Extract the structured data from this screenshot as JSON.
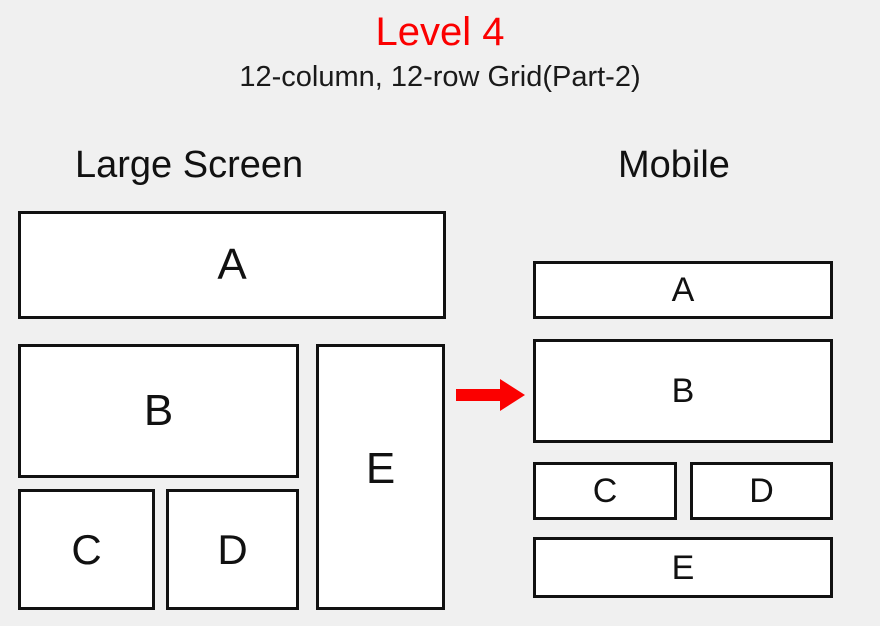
{
  "header": {
    "title": "Level 4",
    "subtitle": "12-column, 12-row Grid(Part-2)",
    "title_color": "#fb0000",
    "subtitle_color": "#1a1a1a"
  },
  "page": {
    "background_color": "#f0f0f0",
    "box_border_color": "#111111",
    "box_fill_color": "#ffffff",
    "arrow_color": "#fb0000"
  },
  "sections": {
    "large_screen": {
      "heading": "Large Screen",
      "cells": [
        {
          "label": "A",
          "name": "cell-a"
        },
        {
          "label": "B",
          "name": "cell-b"
        },
        {
          "label": "C",
          "name": "cell-c"
        },
        {
          "label": "D",
          "name": "cell-d"
        },
        {
          "label": "E",
          "name": "cell-e"
        }
      ]
    },
    "mobile": {
      "heading": "Mobile",
      "cells": [
        {
          "label": "A",
          "name": "cell-a"
        },
        {
          "label": "B",
          "name": "cell-b"
        },
        {
          "label": "C",
          "name": "cell-c"
        },
        {
          "label": "D",
          "name": "cell-d"
        },
        {
          "label": "E",
          "name": "cell-e"
        }
      ]
    }
  },
  "arrow": {
    "icon": "arrow-right-icon",
    "direction": "right"
  }
}
